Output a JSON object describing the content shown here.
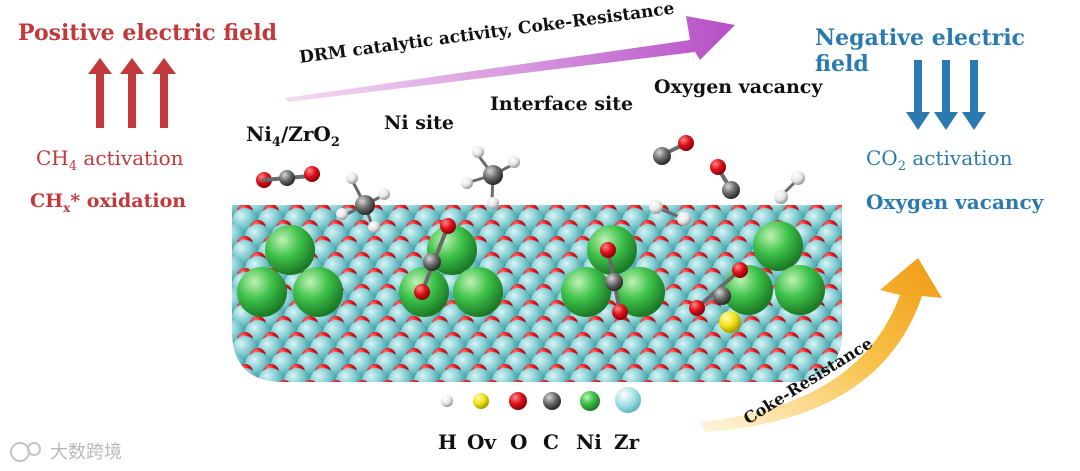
{
  "left": {
    "title": "Positive electric field",
    "activation_prefix": "CH",
    "activation_sub": "4",
    "activation_suffix": " activation",
    "oxidation_prefix": "CH",
    "oxidation_sub": "x",
    "oxidation_suffix": "* oxidation"
  },
  "right": {
    "title": "Negative electric field",
    "activation_prefix": "CO",
    "activation_sub": "2",
    "activation_suffix": " activation",
    "vacancy_label": "Oxygen vacancy"
  },
  "top_arrow_label": "DRM catalytic activity, Coke-Resistance",
  "site_labels": {
    "catalyst_ni": "Ni",
    "catalyst_sub4": "4",
    "catalyst_zr": "/ZrO",
    "catalyst_sub2": "2",
    "ni_site": "Ni site",
    "interface_site": "Interface site",
    "oxygen_vacancy": "Oxygen vacancy"
  },
  "bottom_arrow_label": "Coke-Resistance",
  "legend": [
    {
      "label": "H",
      "color": "#e6e6e6"
    },
    {
      "label": "Ov",
      "color": "#f2e21a"
    },
    {
      "label": "O",
      "color": "#e2141c"
    },
    {
      "label": "C",
      "color": "#8c8c8c"
    },
    {
      "label": "Ni",
      "color": "#3ec24a"
    },
    {
      "label": "Zr",
      "color": "#9fdfe6"
    }
  ],
  "watermark": "大数跨境",
  "colors": {
    "positive": "#c0393b",
    "negative": "#2a7ab0",
    "zr": "#6fc3c8",
    "o": "#e2141c",
    "ni": "#3ec24a",
    "c": "#6a6a6a",
    "h": "#f0f0f0",
    "ov": "#f2e21a"
  }
}
